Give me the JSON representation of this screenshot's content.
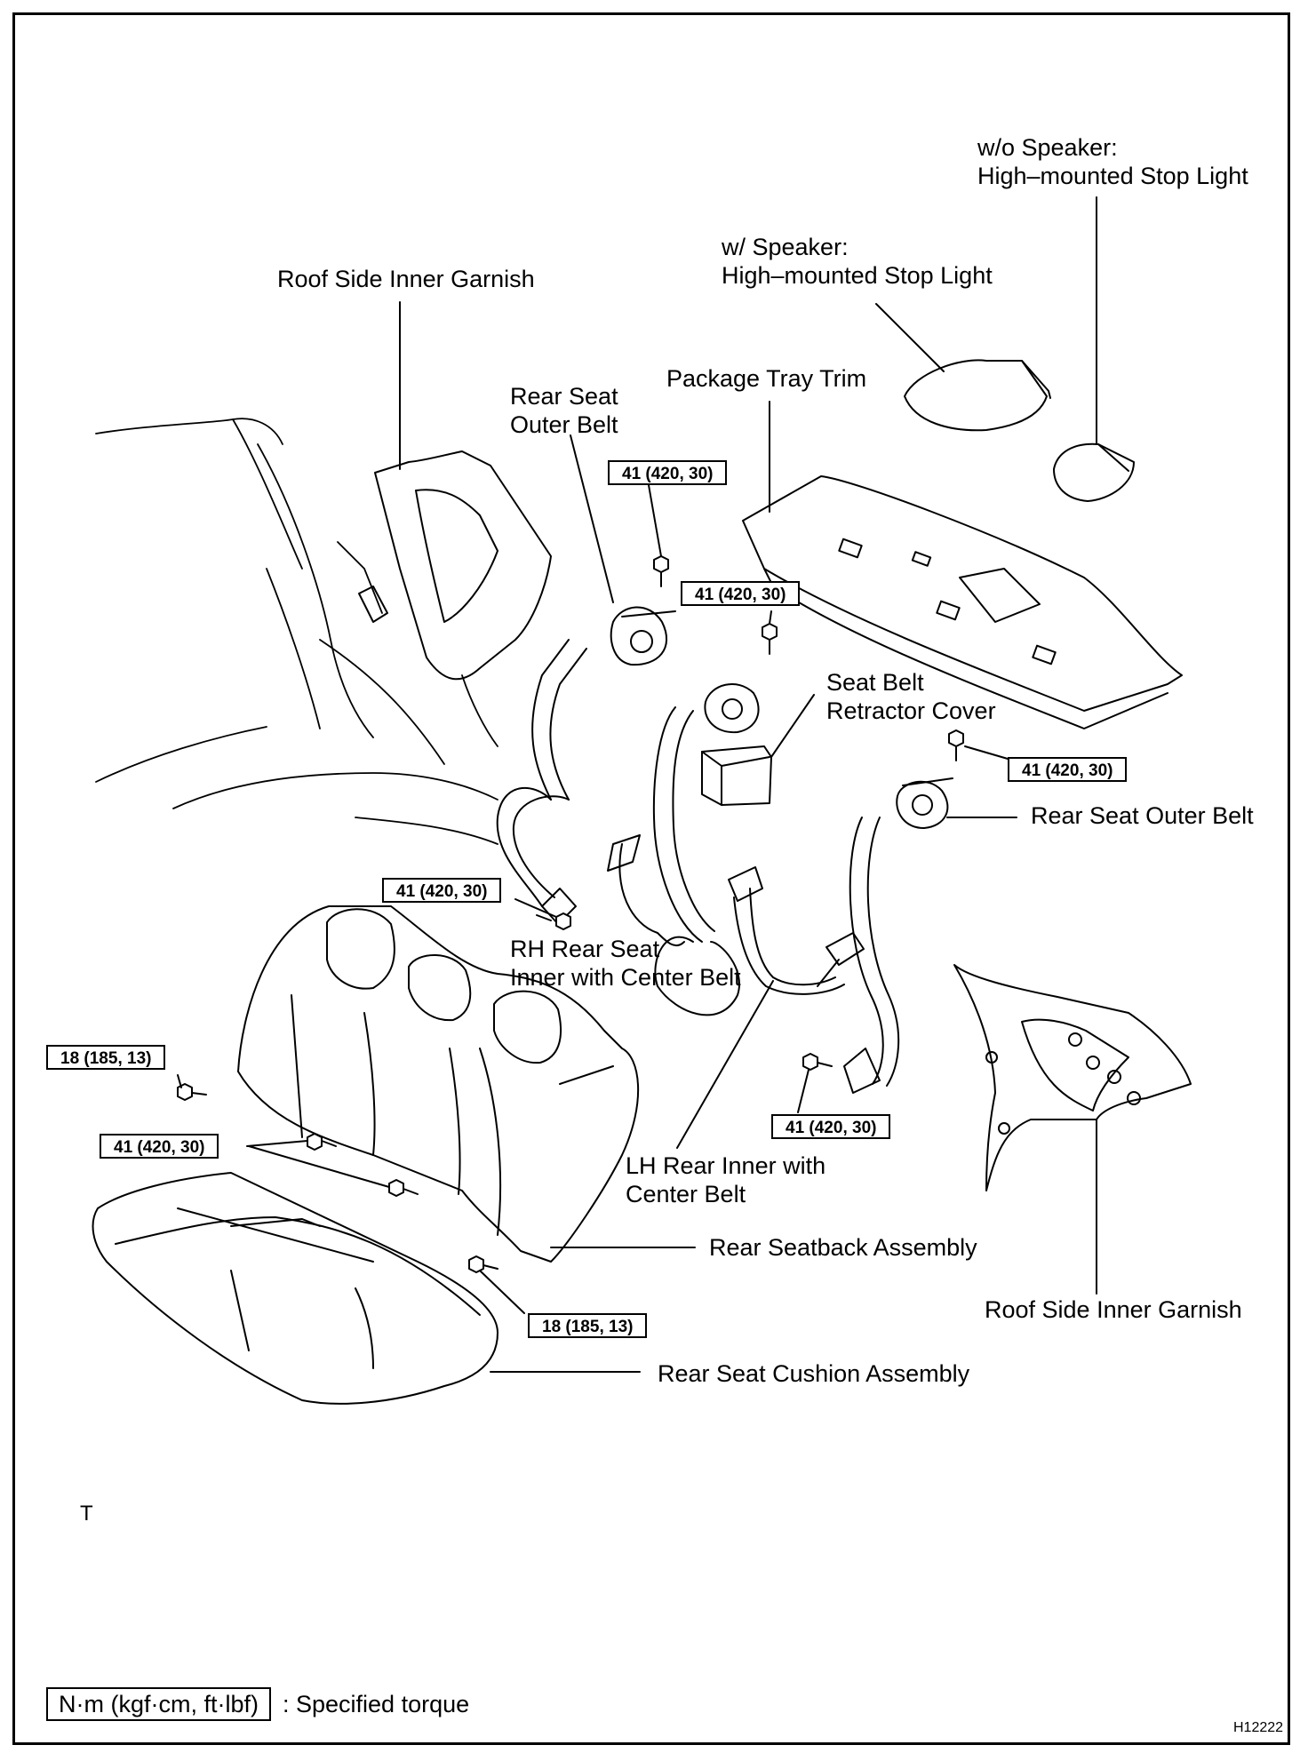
{
  "labels": {
    "wo_speaker_line1": "w/o Speaker:",
    "wo_speaker_line2": "High–mounted Stop Light",
    "w_speaker_line1": "w/ Speaker:",
    "w_speaker_line2": "High–mounted Stop Light",
    "roof_garnish_top": "Roof Side Inner Garnish",
    "package_tray": "Package Tray Trim",
    "rear_outer_belt_left_line1": "Rear Seat",
    "rear_outer_belt_left_line2": "Outer Belt",
    "retractor_cover_line1": "Seat Belt",
    "retractor_cover_line2": "Retractor Cover",
    "rear_outer_belt_right": "Rear Seat Outer Belt",
    "rh_inner_line1": "RH Rear Seat",
    "rh_inner_line2": "Inner with Center Belt",
    "lh_inner_line1": "LH Rear Inner with",
    "lh_inner_line2": "Center Belt",
    "seatback": "Rear Seatback Assembly",
    "roof_garnish_bottom": "Roof Side Inner Garnish",
    "cushion": "Rear Seat Cushion Assembly",
    "t_mark": "T"
  },
  "torques": {
    "t1": "41 (420, 30)",
    "t2": "41 (420, 30)",
    "t3": "41 (420, 30)",
    "t4": "41 (420, 30)",
    "t5": "41 (420, 30)",
    "t6": "41 (420, 30)",
    "t7": "18 (185, 13)",
    "t8": "18 (185, 13)"
  },
  "legend": {
    "unit_box": "N·m (kgf·cm, ft·lbf)",
    "description": ": Specified torque"
  },
  "figure_id": "H12222"
}
